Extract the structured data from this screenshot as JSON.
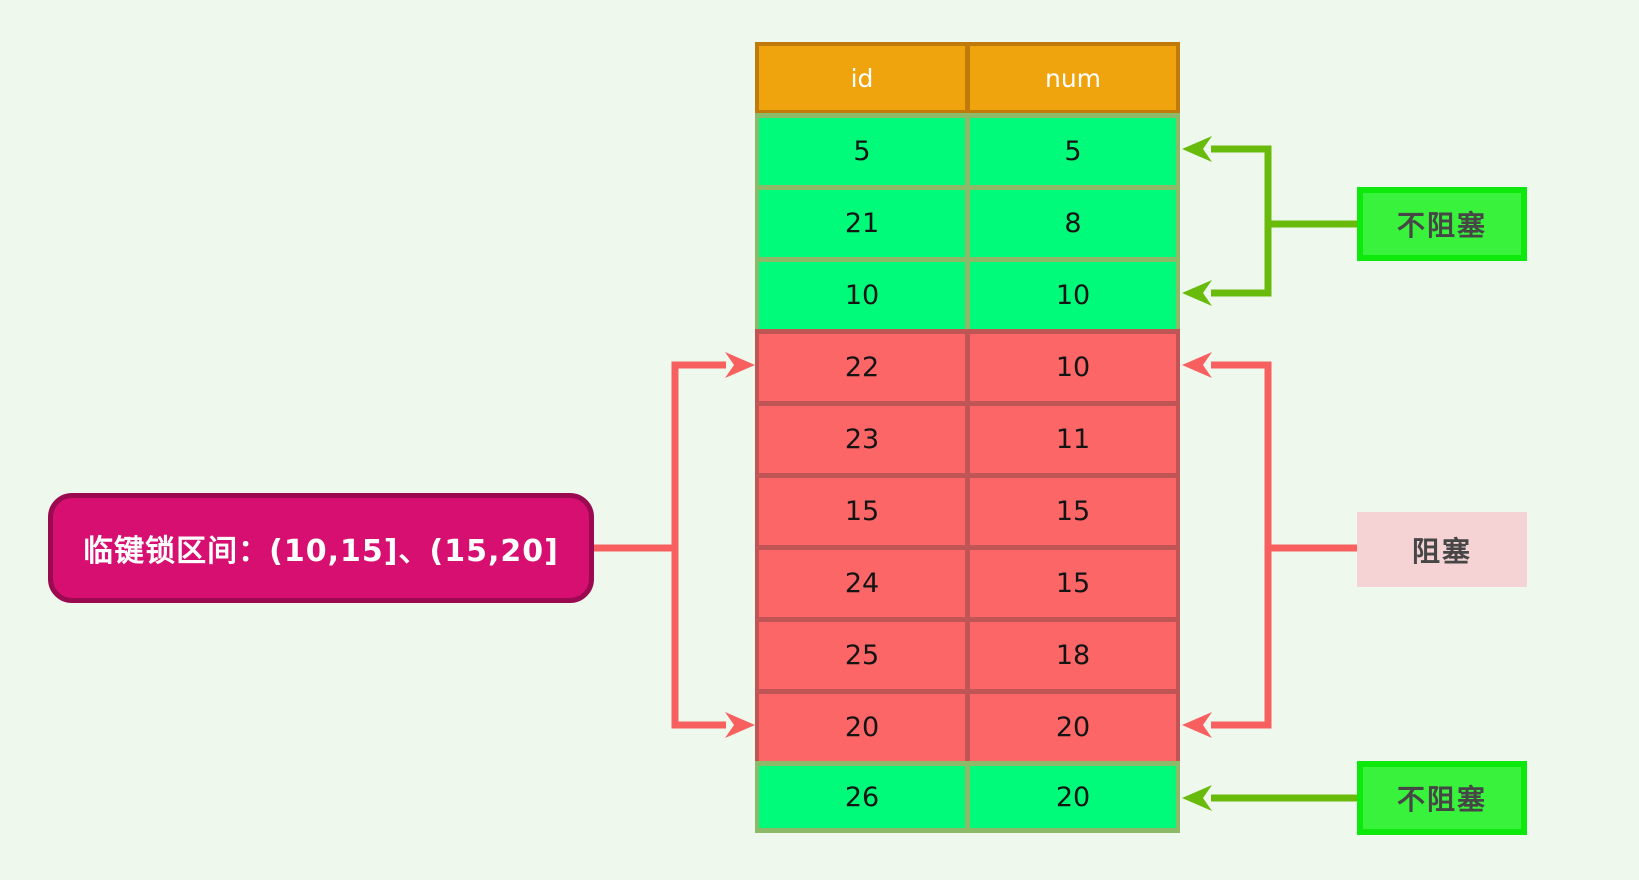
{
  "colors": {
    "bg": "#EEF8ED",
    "header_fill": "#EFA30D",
    "header_border": "#BF7A0A",
    "header_text": "#FFFFFF",
    "row_green_fill": "#00FB7B",
    "row_green_border": "#8CBA68",
    "row_red_fill": "#FC6667",
    "row_red_border": "#C05556",
    "cell_text": "#141414",
    "note_fill": "#D60F70",
    "note_border": "#9B0A51",
    "note_text": "#FFFFFF",
    "label_green_fill": "#38F23B",
    "label_green_border": "#0DE80D",
    "label_pink_fill": "#F5D3D4",
    "label_text": "#464646",
    "line_green": "#68BA0B",
    "line_red": "#F7605F"
  },
  "table": {
    "columns": [
      "id",
      "num"
    ],
    "rows": [
      {
        "id": "5",
        "num": "5",
        "state": "free"
      },
      {
        "id": "21",
        "num": "8",
        "state": "free"
      },
      {
        "id": "10",
        "num": "10",
        "state": "free"
      },
      {
        "id": "22",
        "num": "10",
        "state": "locked"
      },
      {
        "id": "23",
        "num": "11",
        "state": "locked"
      },
      {
        "id": "15",
        "num": "15",
        "state": "locked"
      },
      {
        "id": "24",
        "num": "15",
        "state": "locked"
      },
      {
        "id": "25",
        "num": "18",
        "state": "locked"
      },
      {
        "id": "20",
        "num": "20",
        "state": "locked"
      },
      {
        "id": "26",
        "num": "20",
        "state": "free"
      }
    ]
  },
  "note": {
    "text": "临键锁区间：(10,15]、(15,20]"
  },
  "labels": {
    "not_blocking_top": "不阻塞",
    "blocking": "阻塞",
    "not_blocking_bottom": "不阻塞"
  }
}
